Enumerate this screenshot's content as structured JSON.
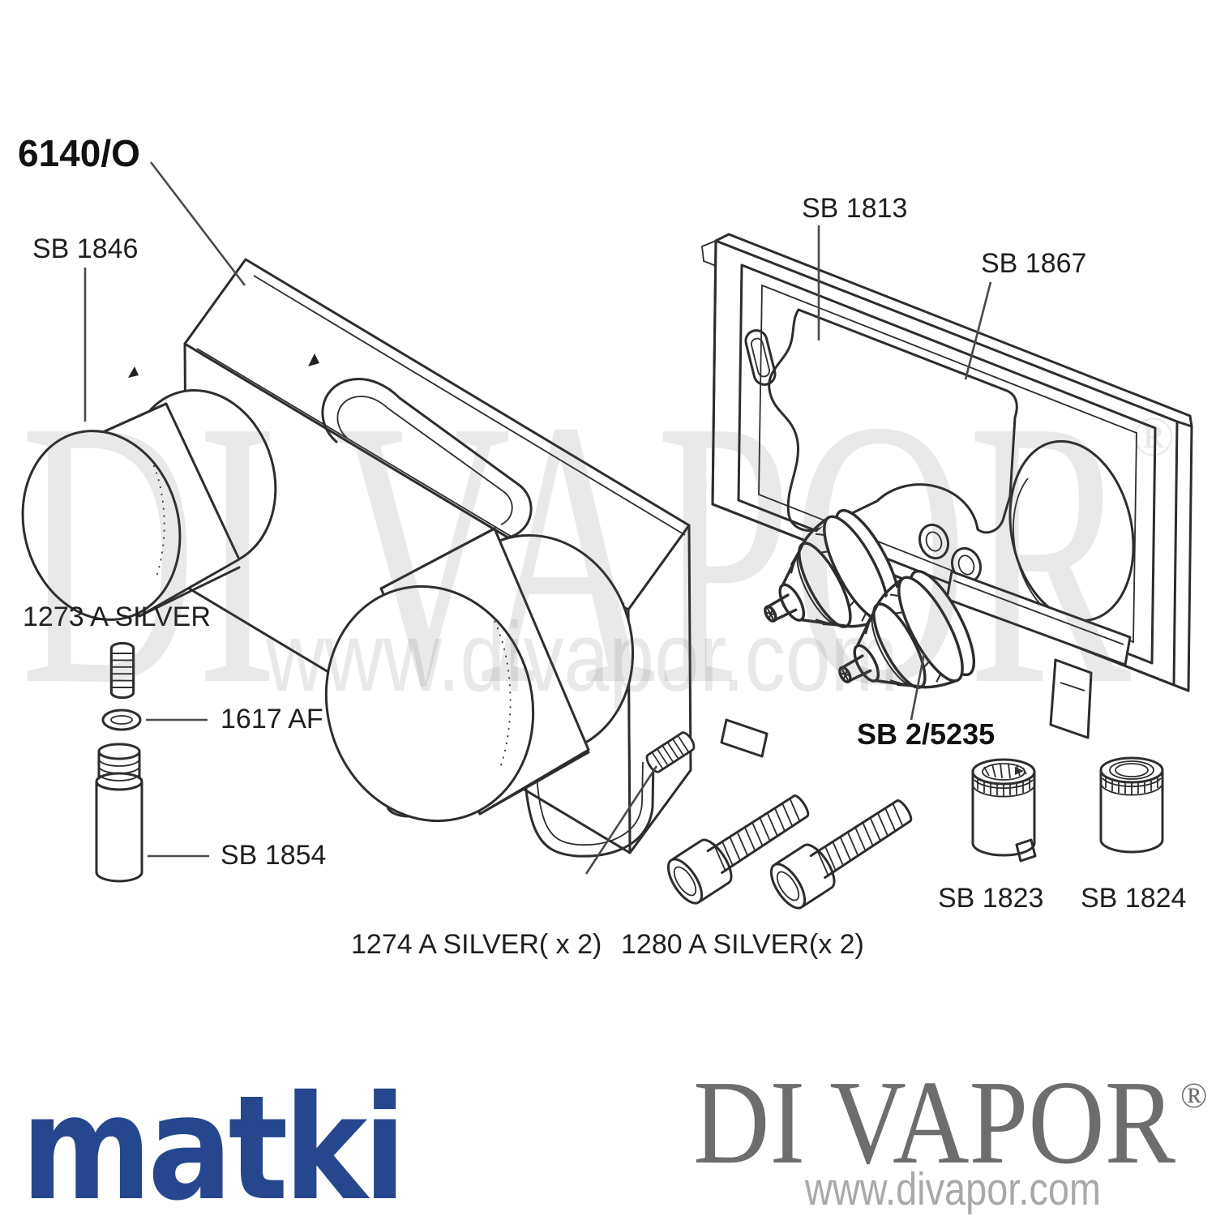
{
  "diagram": {
    "model": "6140/O",
    "labels": {
      "sb1846": "SB 1846",
      "s1273": "1273 A SILVER",
      "s1617": "1617 AF",
      "sb1854": "SB 1854",
      "s1274": "1274 A SILVER( x 2)",
      "s1280": "1280 A SILVER(x 2)",
      "sb1823": "SB 1823",
      "sb1824": "SB 1824",
      "sb25235": "SB 2/5235",
      "sb1813": "SB 1813",
      "sb1867": "SB 1867"
    }
  },
  "watermark": {
    "line1": "DI VAPOR",
    "reg": "®",
    "line2": "www.divapor.com"
  },
  "footer": {
    "brand": "matki",
    "logo": "DI VAPOR",
    "logo_reg": "®",
    "website": "www.divapor.com"
  },
  "colors": {
    "brand_blue": "#26478d",
    "logo_gray": "#6d6d70",
    "url_gray": "#a9a9ac"
  }
}
